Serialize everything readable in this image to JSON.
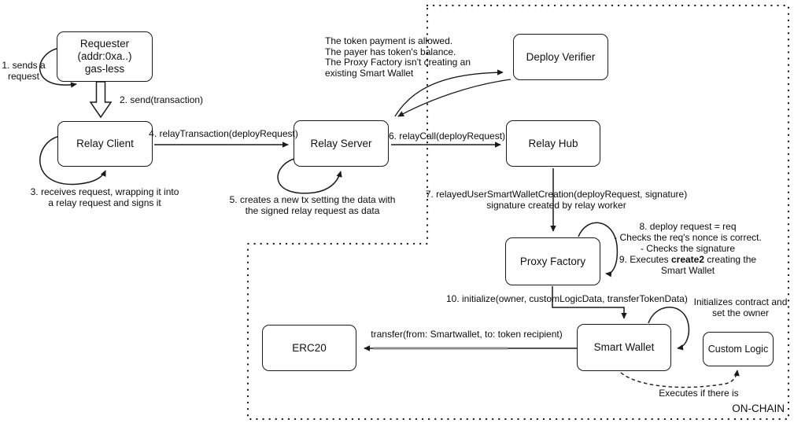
{
  "diagram": {
    "region_label": "ON-CHAIN",
    "nodes": {
      "requester": {
        "lines": [
          "Requester",
          "(addr:0xa..)",
          "gas-less"
        ]
      },
      "relay_client": {
        "label": "Relay Client"
      },
      "relay_server": {
        "label": "Relay Server"
      },
      "deploy_verifier": {
        "label": "Deploy Verifier"
      },
      "relay_hub": {
        "label": "Relay Hub"
      },
      "proxy_factory": {
        "label": "Proxy Factory"
      },
      "smart_wallet": {
        "label": "Smart Wallet"
      },
      "erc20": {
        "label": "ERC20"
      },
      "custom_logic": {
        "label": "Custom Logic"
      }
    },
    "labels": {
      "step1": [
        "1. sends a",
        "request"
      ],
      "step2": "2. send(transaction)",
      "step3": [
        "3. receives request, wrapping it into",
        "a relay request and signs it"
      ],
      "step4": "4. relayTransaction(deployRequest)",
      "step5": [
        "5. creates a new tx setting the data with",
        "the signed relay request as data"
      ],
      "step6": "6. relayCall(deployRequest)",
      "step7": [
        "7. relayedUserSmartWalletCreation(deployRequest, signature)",
        "signature created by relay worker"
      ],
      "step8": [
        "8. deploy request = req",
        "- Checks the req's nonce is correct.",
        "- Checks the signature"
      ],
      "step9": {
        "pre": "9. Executes ",
        "bold": "create2",
        "post": " creating the",
        "line2": "Smart Wallet"
      },
      "step10": "10. initialize(owner, customLogicData, transferTokenData)",
      "transfer": "transfer(from: Smartwallet, to: token recipient)",
      "verifier_note": [
        "The token payment is allowed.",
        "The payer has token's balance.",
        "The Proxy Factory isn't creating an",
        "existing Smart Wallet"
      ],
      "custom_logic_note": [
        "Initializes contract and",
        "set the owner"
      ],
      "executes_note": "Executes if there is"
    },
    "colors": {
      "stroke": "#1a1a1a",
      "background": "#ffffff",
      "transfer_grey": "#8c8c8c"
    }
  }
}
